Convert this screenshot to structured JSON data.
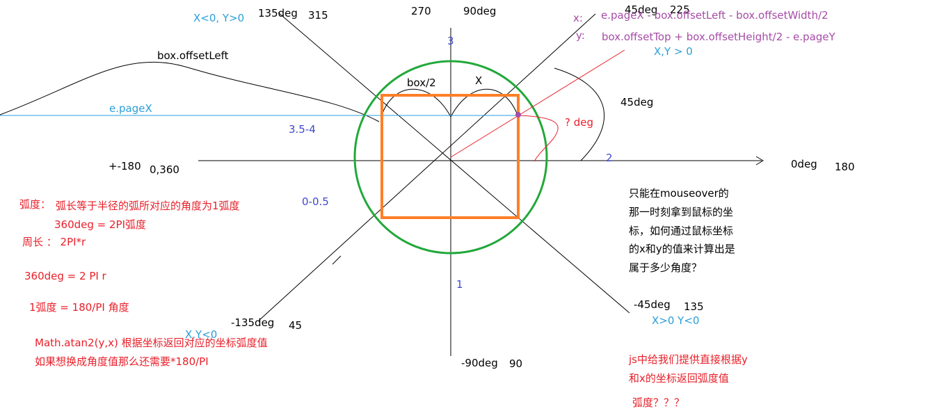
{
  "colors": {
    "line": "#000000",
    "circle": "#22a83a",
    "square": "#ff7f27",
    "page_x_line": "#2a9fd8",
    "mouse_line": "#e8202a",
    "mouse_point": "#a64ca6",
    "red_text": "#e8202a",
    "blue_text": "#2a9fd8",
    "purple_text": "#a64ca6",
    "navy_text": "#3f48cc"
  },
  "axis_labels": {
    "deg_0": "0deg",
    "deg_0_alt": "180",
    "deg_90": "90deg",
    "deg_90_alt": "270",
    "deg_180": "+-180",
    "deg_180_alt": "0,360",
    "deg_neg90": "-90deg",
    "deg_neg90_alt": "90",
    "deg_45": "45deg",
    "deg_45_alt": "225",
    "deg_135": "135deg",
    "deg_135_alt": "315",
    "deg_neg135": "-135deg",
    "deg_neg135_alt": "45",
    "deg_neg45": "-45deg",
    "deg_neg45_alt": "135"
  },
  "quadrants": {
    "top_left": "X<0, Y>0",
    "top_right": "X,Y > 0",
    "bottom_left": "X,Y<0",
    "bottom_right": "X>0 Y<0"
  },
  "sector_numbers": {
    "top": "3",
    "right": "2",
    "bottom": "1",
    "left_upper": "3.5-4",
    "left_lower": "0-0.5"
  },
  "annotations": {
    "box_offset_left": "box.offsetLeft",
    "page_x": "e.pageX",
    "half_box": "box/2",
    "x_label": "X",
    "angle_q": "? deg",
    "deg_45_arc": "45deg"
  },
  "formulas": {
    "x_prefix": "x:",
    "x_formula": "e.pageX - box.offsetLeft - box.offsetWidth/2",
    "y_prefix": "y:",
    "y_formula": "box.offsetTop + box.offsetHeight/2 - e.pageY"
  },
  "notes_left": [
    "弧度：",
    "弧长等于半径的弧所对应的角度为1弧度",
    "360deg = 2PI弧度",
    "周长 ： 2PI*r",
    "360deg = 2 PI   r",
    "1弧度 = 180/PI   角度",
    "Math.atan2(y,x) 根据坐标返回对应的坐标弧度值",
    "如果想换成角度值那么还需要*180/PI"
  ],
  "notes_right_black": [
    "只能在mouseover的",
    "那一时刻拿到鼠标的坐",
    "标，如何通过鼠标坐标",
    "的x和y的值来计算出是",
    "属于多少角度？"
  ],
  "notes_right_red": [
    "js中给我们提供直接根据y",
    "和x的坐标返回弧度值",
    "弧度？？？"
  ]
}
